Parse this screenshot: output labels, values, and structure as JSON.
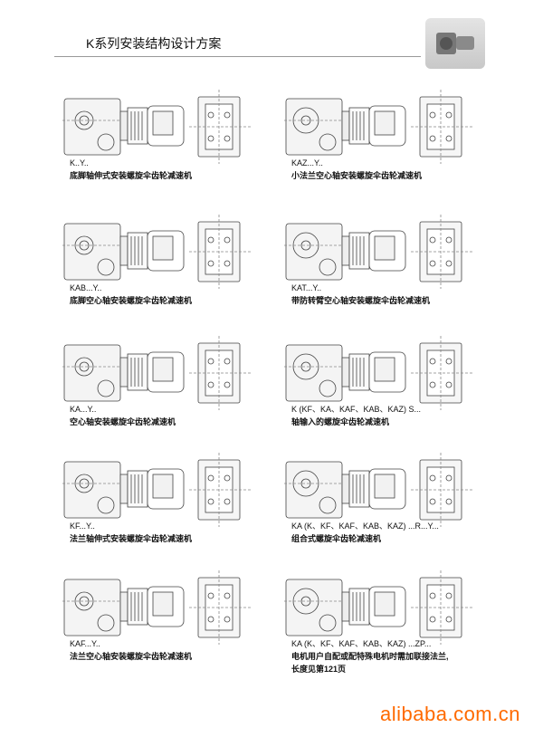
{
  "page_title": "K系列安装结构设计方案",
  "items": [
    {
      "code": "K..Y..",
      "desc": [
        "底脚轴伸式安装螺旋伞齿轮减速机"
      ]
    },
    {
      "code": "KAZ...Y..",
      "desc": [
        "小法兰空心轴安装螺旋伞齿轮减速机"
      ]
    },
    {
      "code": "KAB...Y..",
      "desc": [
        "底脚空心轴安装螺旋伞齿轮减速机"
      ]
    },
    {
      "code": "KAT...Y..",
      "desc": [
        "带防转臂空心轴安装螺旋伞齿轮减速机"
      ]
    },
    {
      "code": "KA...Y..",
      "desc": [
        "空心轴安装螺旋伞齿轮减速机"
      ]
    },
    {
      "code": "K (KF、KA、KAF、KAB、KAZ) S...",
      "desc": [
        "轴输入的螺旋伞齿轮减速机"
      ]
    },
    {
      "code": "KF...Y..",
      "desc": [
        "法兰轴伸式安装螺旋伞齿轮减速机"
      ]
    },
    {
      "code": "KA (K、KF、KAF、KAB、KAZ) ...R...Y...",
      "desc": [
        "组合式螺旋伞齿轮减速机"
      ]
    },
    {
      "code": "KAF...Y..",
      "desc": [
        "法兰空心轴安装螺旋伞齿轮减速机"
      ]
    },
    {
      "code": "KA (K、KF、KAF、KAB、KAZ) ...ZP...",
      "desc": [
        "电机用户自配或配特殊电机时需加联接法兰,",
        "长度见第121页"
      ]
    }
  ],
  "watermark": "alibaba.com.cn"
}
